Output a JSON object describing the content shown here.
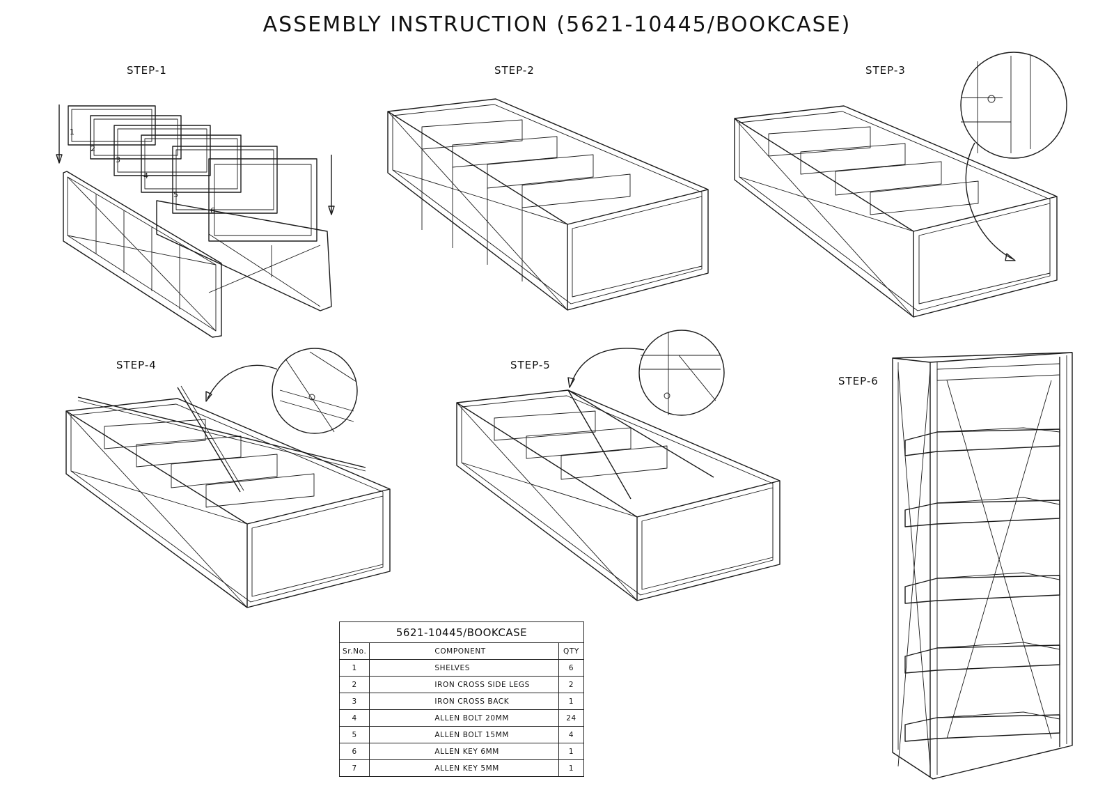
{
  "title": "ASSEMBLY INSTRUCTION (5621-10445/BOOKCASE)",
  "steps": [
    "STEP-1",
    "STEP-2",
    "STEP-3",
    "STEP-4",
    "STEP-5",
    "STEP-6"
  ],
  "shelf_numbers": [
    "1",
    "2",
    "3",
    "4",
    "5",
    "6"
  ],
  "parts_table": {
    "caption": "5621-10445/BOOKCASE",
    "headers": [
      "Sr.No.",
      "COMPONENT",
      "QTY"
    ],
    "rows": [
      [
        "1",
        "SHELVES",
        "6"
      ],
      [
        "2",
        "IRON CROSS SIDE LEGS",
        "2"
      ],
      [
        "3",
        "IRON CROSS BACK",
        "1"
      ],
      [
        "4",
        "ALLEN BOLT 20MM",
        "24"
      ],
      [
        "5",
        "ALLEN BOLT 15MM",
        "4"
      ],
      [
        "6",
        "ALLEN KEY 6MM",
        "1"
      ],
      [
        "7",
        "ALLEN KEY 5MM",
        "1"
      ]
    ]
  }
}
